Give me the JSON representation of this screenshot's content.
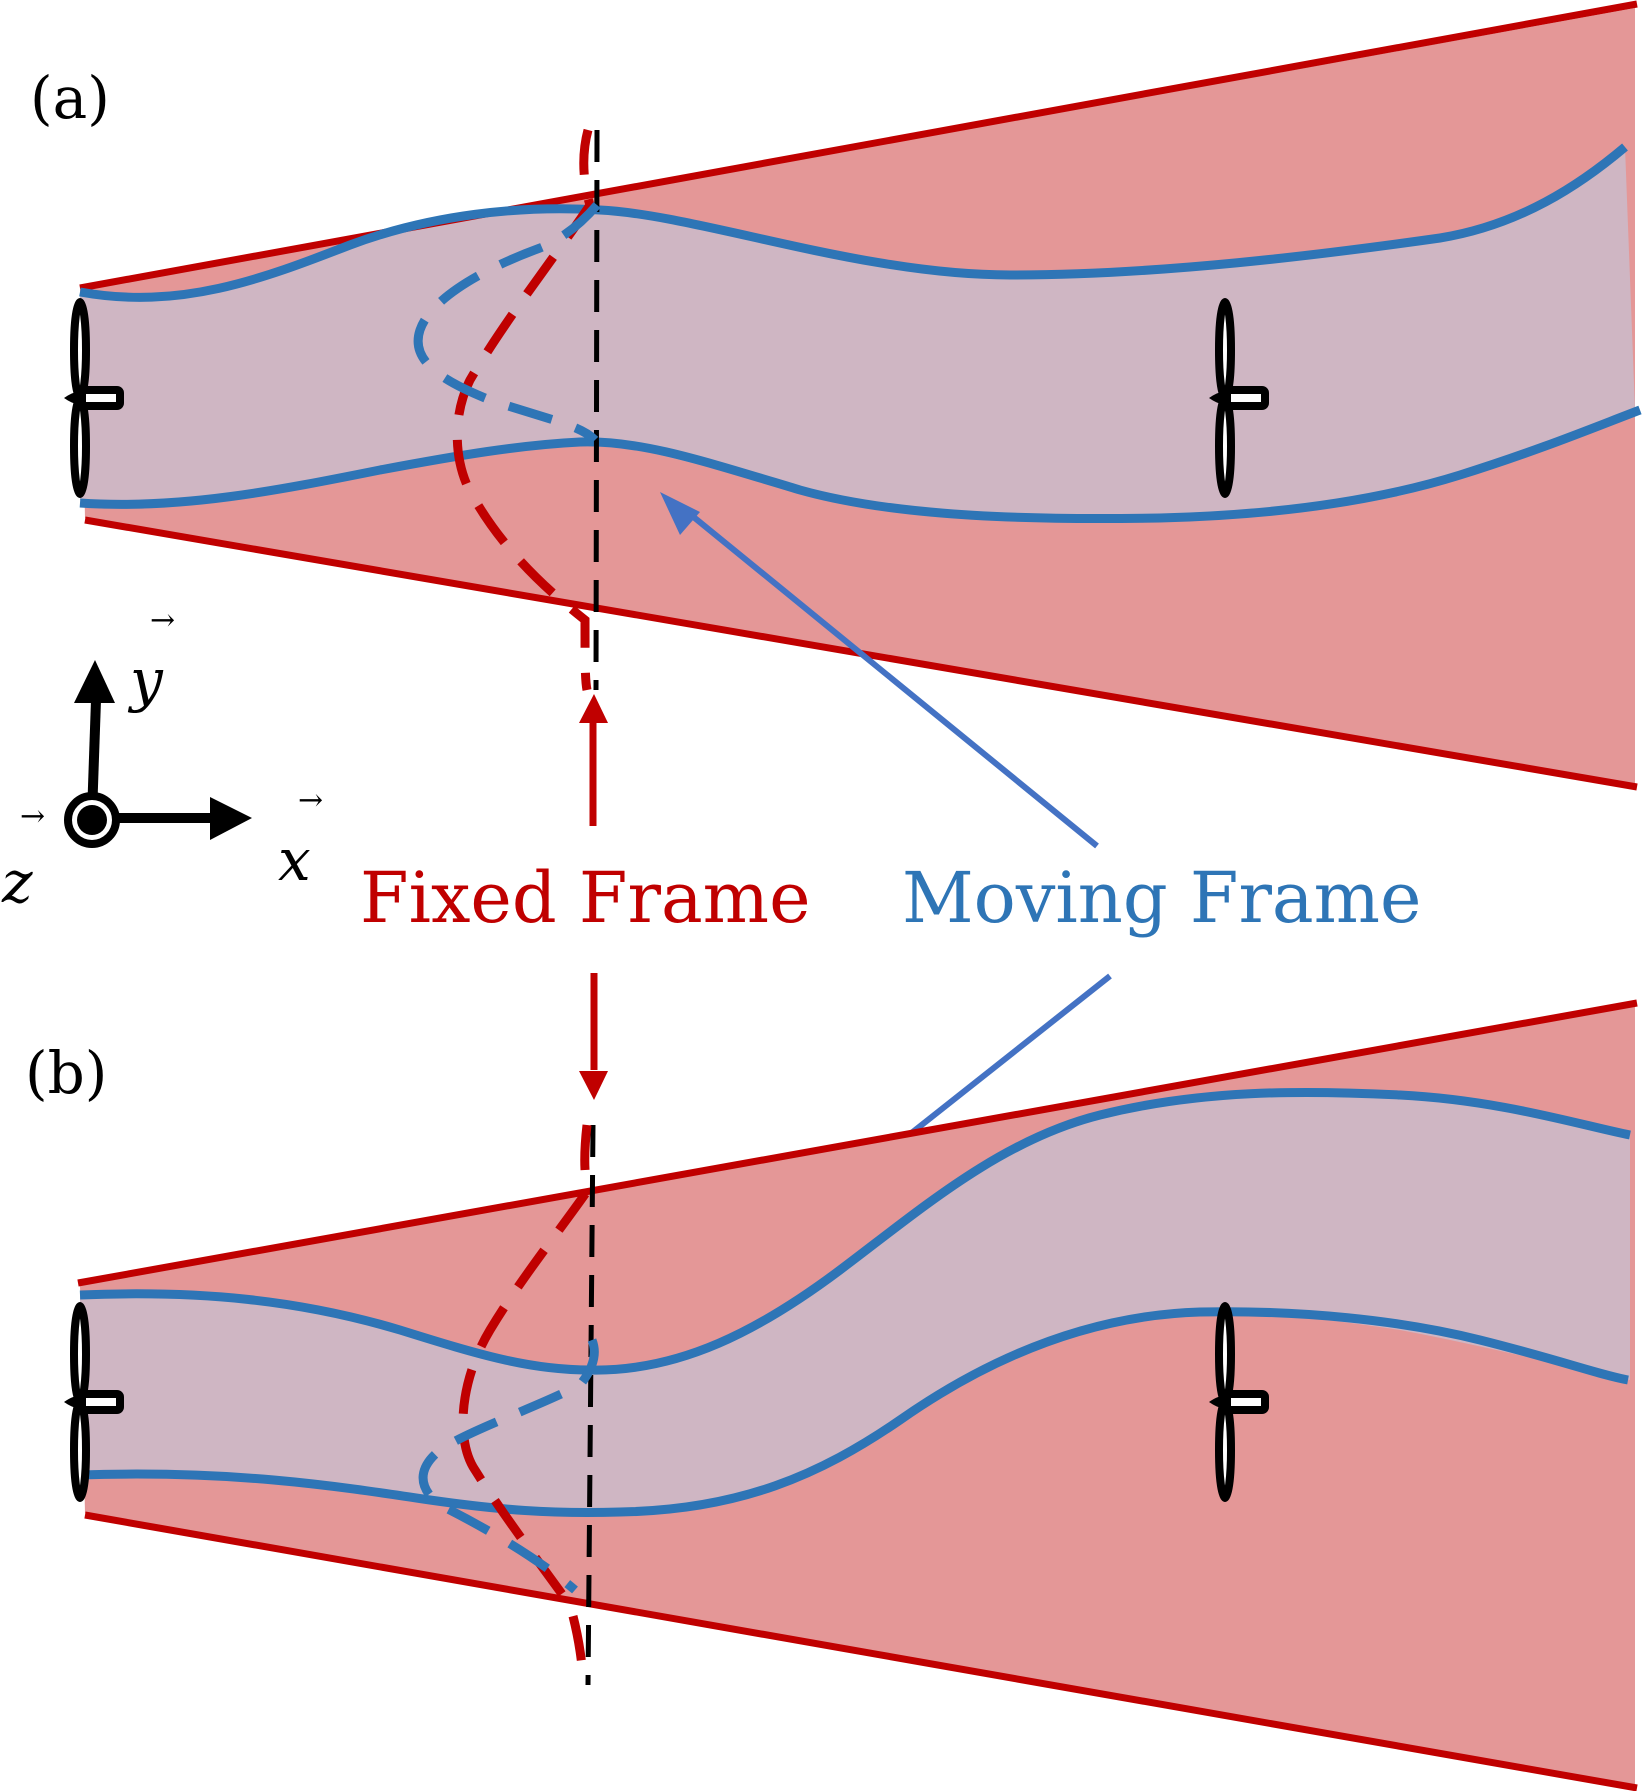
{
  "figure": {
    "panels": [
      {
        "id": "a",
        "label": "(a)"
      },
      {
        "id": "b",
        "label": "(b)"
      }
    ],
    "axes": {
      "x_label": "x",
      "y_label": "y",
      "z_label": "z",
      "vector_arrow": "→"
    },
    "annotations": {
      "fixed_frame": "Fixed Frame",
      "moving_frame": "Moving Frame"
    },
    "legend_meaning": {
      "fixed_frame_region": "red cone (fixed frame wake envelope)",
      "moving_frame_region": "blue meandering wake (moving frame)"
    },
    "icons": [
      "wind-turbine-icon",
      "coordinate-axes-icon",
      "out-of-plane-z-icon"
    ],
    "colors": {
      "fixed_frame": "#c00000",
      "fixed_fill": "#e49797",
      "moving_frame": "#2e75b6",
      "moving_fill": "#cfb6c3",
      "pointer": "#4472c4",
      "centerline": "#000000"
    }
  }
}
